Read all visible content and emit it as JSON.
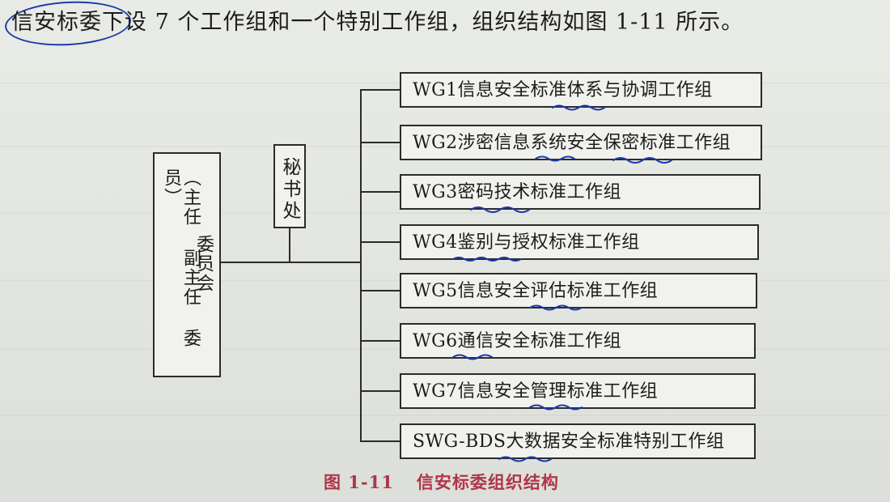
{
  "intro": {
    "lead": "信安标委",
    "rest": "下设 7 个工作组和一个特别工作组，组织结构如图 1-11 所示。"
  },
  "diagram": {
    "committee": {
      "title": "委员会",
      "roles": "（主任 副主任 委员）"
    },
    "secretariat": "秘书处",
    "working_groups": [
      "WG1信息安全标准体系与协调工作组",
      "WG2涉密信息系统安全保密标准工作组",
      "WG3密码技术标准工作组",
      "WG4鉴别与授权标准工作组",
      "WG5信息安全评估标准工作组",
      "WG6通信安全标准工作组",
      "WG7信息安全管理标准工作组",
      "SWG-BDS大数据安全标准特别工作组"
    ]
  },
  "caption": {
    "number": "图 1-11",
    "text": "信安标委组织结构"
  },
  "colors": {
    "ink": "#1c1c1c",
    "pen_annotation": "#1d3aa8",
    "caption": "#b0354a"
  }
}
